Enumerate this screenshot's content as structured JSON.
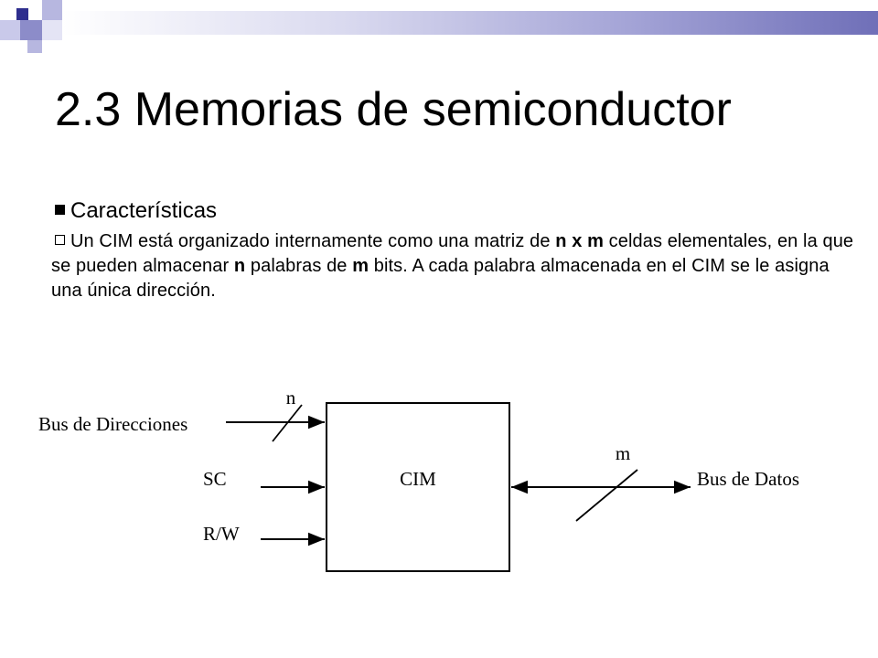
{
  "slide": {
    "title": "2.3 Memorias de semiconductor",
    "bullet": "Características",
    "paragraph": {
      "t1": "Un CIM está organizado internamente como una matriz de ",
      "b1": "n x m",
      "t2": " celdas elementales, en la que se pueden almacenar ",
      "b2": "n",
      "t3": " palabras de ",
      "b3": "m",
      "t4": " bits. A cada palabra almacenada en el CIM se le asigna una única dirección."
    }
  },
  "diagram": {
    "block_label": "CIM",
    "inputs": {
      "address_bus": "Bus de Direcciones",
      "address_width": "n",
      "chip_select": "SC",
      "read_write": "R/W"
    },
    "outputs": {
      "data_bus": "Bus de Datos",
      "data_width": "m"
    }
  },
  "colors": {
    "accent_dark": "#2e2e8e",
    "accent_light": "#b7b7e0"
  }
}
